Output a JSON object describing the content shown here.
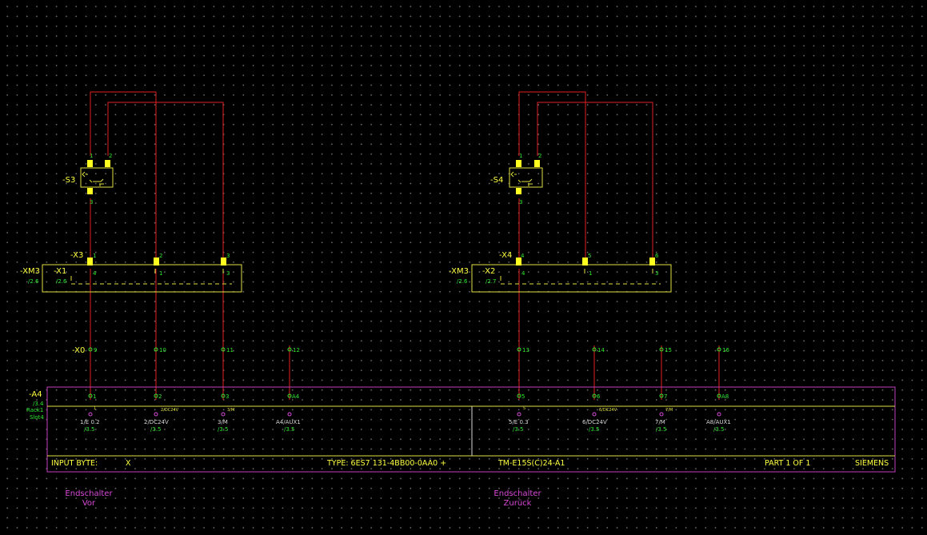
{
  "switches": [
    {
      "tag": "-S3",
      "pins": [
        "1",
        "2",
        "3"
      ]
    },
    {
      "tag": "-S4",
      "pins": [
        "1",
        "2",
        "3"
      ]
    }
  ],
  "terminal_blocks": [
    {
      "connector": "-X3",
      "xm": "-XM3",
      "xm_ref": "/2.6",
      "sub": "-X1",
      "sub_ref": "/2.6",
      "top_pins": [
        "1",
        "2",
        "3"
      ],
      "bottom_pins": [
        "4",
        "1",
        "3"
      ]
    },
    {
      "connector": "-X4",
      "xm": "-XM3",
      "xm_ref": "/2.6",
      "sub": "-X2",
      "sub_ref": "/2.7",
      "top_pins": [
        "4",
        "5",
        "6"
      ],
      "bottom_pins": [
        "4",
        "1",
        "3"
      ]
    }
  ],
  "x0": {
    "tag": "-X0",
    "terminals": [
      "9",
      "10",
      "11",
      "12",
      "13",
      "14",
      "15",
      "16"
    ]
  },
  "module": {
    "tag": "-A4",
    "ref": "/3.4",
    "rack": "Rack1",
    "slot": "Slot4",
    "terminals": [
      "1",
      "2",
      "3",
      "A4",
      "5",
      "6",
      "7",
      "A8"
    ],
    "sublabels": [
      "",
      "2/DC24V",
      "3/M",
      "",
      "",
      "6/DC24V",
      "7/M",
      ""
    ],
    "small_marks": [
      "1",
      "",
      "",
      "",
      "5",
      "",
      "",
      ""
    ],
    "channels": [
      "1/E 0.2",
      "2/DC24V",
      "3/M",
      "A4/AUX1",
      "5/E 0.3",
      "6/DC24V",
      "7/M",
      "A8/AUX1"
    ],
    "refs": [
      "/3.5",
      "/3.5",
      "/3.5",
      "/3.5",
      "/3.5",
      "/3.5",
      "/3.5",
      "/3.5"
    ]
  },
  "footer": {
    "input_byte_label": "INPUT BYTE:",
    "input_byte_value": "X",
    "type": "TYPE: 6ES7 131-4BB00-0AA0 +",
    "model": "TM-E15S(C)24-A1",
    "part": "PART 1 OF 1",
    "vendor": "SIEMENS"
  },
  "captions": [
    {
      "line1": "Endschalter",
      "line2": "Vor"
    },
    {
      "line1": "Endschalter",
      "line2": "Zurück"
    }
  ],
  "colors": {
    "background": "#000000",
    "wire": "#e02020",
    "component": "#e0e040",
    "label": "#2ee82e",
    "module_frame": "#c040c0"
  }
}
